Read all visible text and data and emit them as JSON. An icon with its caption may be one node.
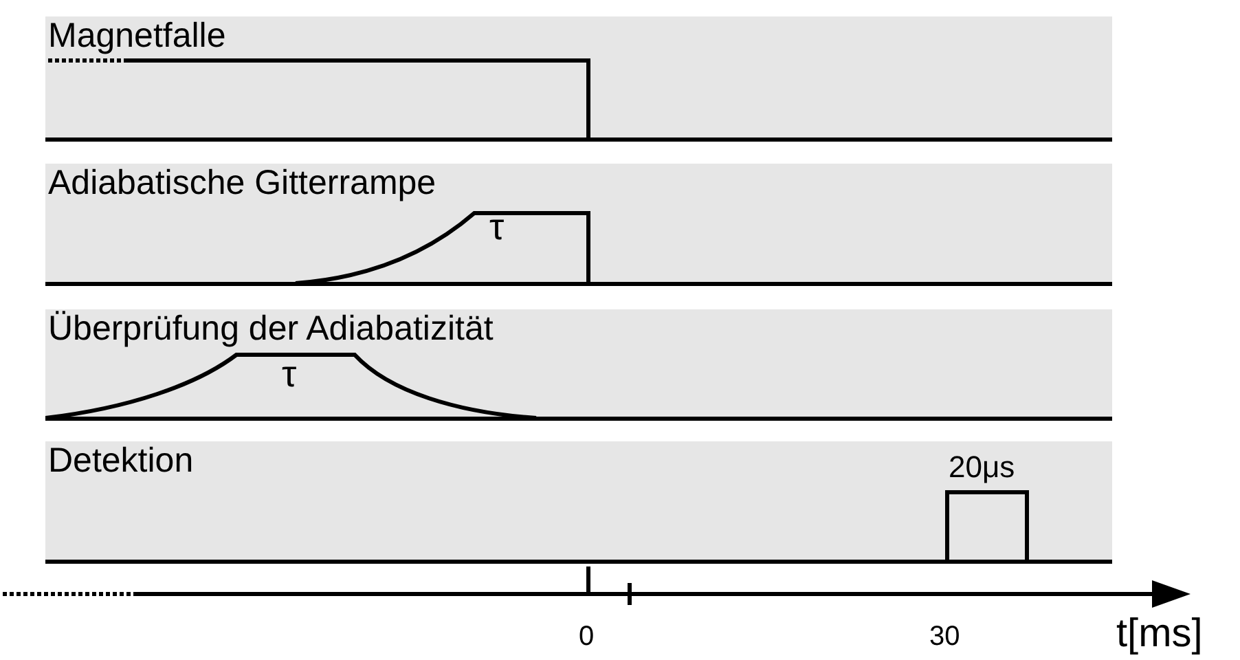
{
  "diagram": {
    "nodes": [
      {
        "text": [
          "Magnetfalle"
        ]
      },
      {
        "text": [
          "Adiabatische Gitterrampe"
        ]
      },
      {
        "text": [
          "Überprüfung der Adiabatizität"
        ]
      },
      {
        "text": [
          "Detektion"
        ]
      }
    ],
    "labels": [
      "τ",
      "τ",
      "20μs",
      "0",
      "30",
      "t[ms]"
    ]
  }
}
